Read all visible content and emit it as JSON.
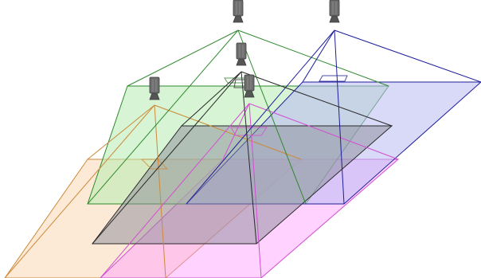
{
  "colors": {
    "background": "#ffffff",
    "camera_body": "#6e6e6e",
    "camera_edge": "#3c3c3c",
    "camera_lens": "#555555"
  },
  "cameras": [
    {
      "id": "orange",
      "icon": "security-camera-icon",
      "color": "#cc8a3a",
      "fill": "#fcd9b4",
      "fill_opacity": 0.55
    },
    {
      "id": "magenta",
      "icon": "security-camera-icon",
      "color": "#d24fd2",
      "fill": "#ff9cff",
      "fill_opacity": 0.45
    },
    {
      "id": "green",
      "icon": "security-camera-icon",
      "color": "#2f8a2f",
      "fill": "#b6ebb0",
      "fill_opacity": 0.55
    },
    {
      "id": "blue",
      "icon": "security-camera-icon",
      "color": "#1e1e9a",
      "fill": "#b9b9f3",
      "fill_opacity": 0.55
    },
    {
      "id": "black",
      "icon": "security-camera-icon",
      "color": "#2a2a2a",
      "fill": "#8c8c9a",
      "fill_opacity": 0.5
    }
  ]
}
